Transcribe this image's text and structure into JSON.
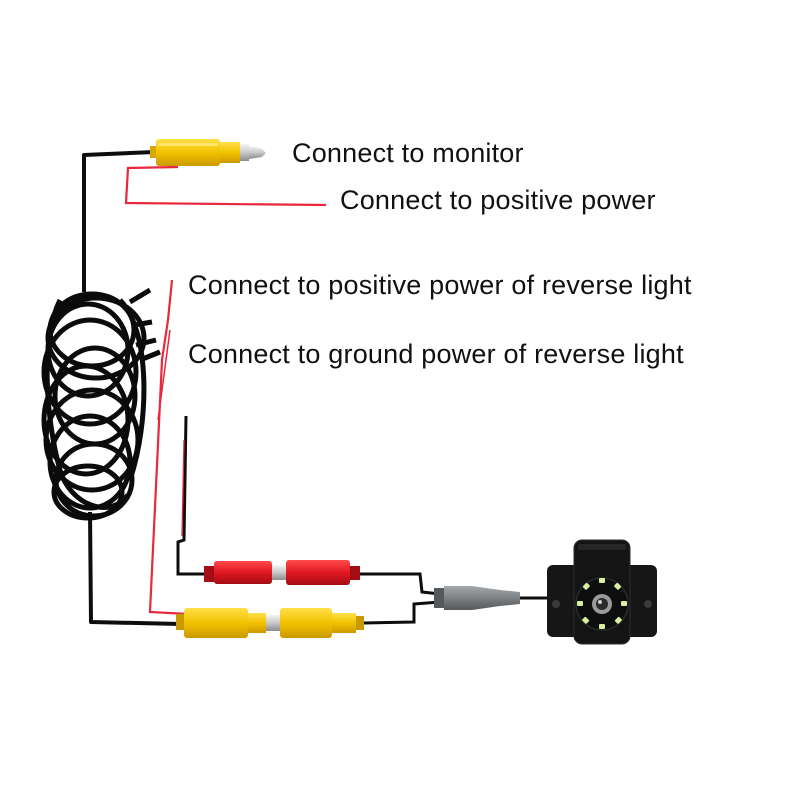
{
  "labels": {
    "monitor": "Connect to monitor",
    "positive_power": "Connect to positive power",
    "reverse_positive": "Connect to positive power of reverse light",
    "reverse_ground": "Connect to ground power of reverse light"
  },
  "colors": {
    "cable": "#0d0d0d",
    "red_wire": "#e8283c",
    "rca_yellow": "#f2c200",
    "rca_red": "#e01822",
    "camera_body": "#141414",
    "camera_led": "#d8f0a0",
    "plug_grey": "#7c8082"
  }
}
